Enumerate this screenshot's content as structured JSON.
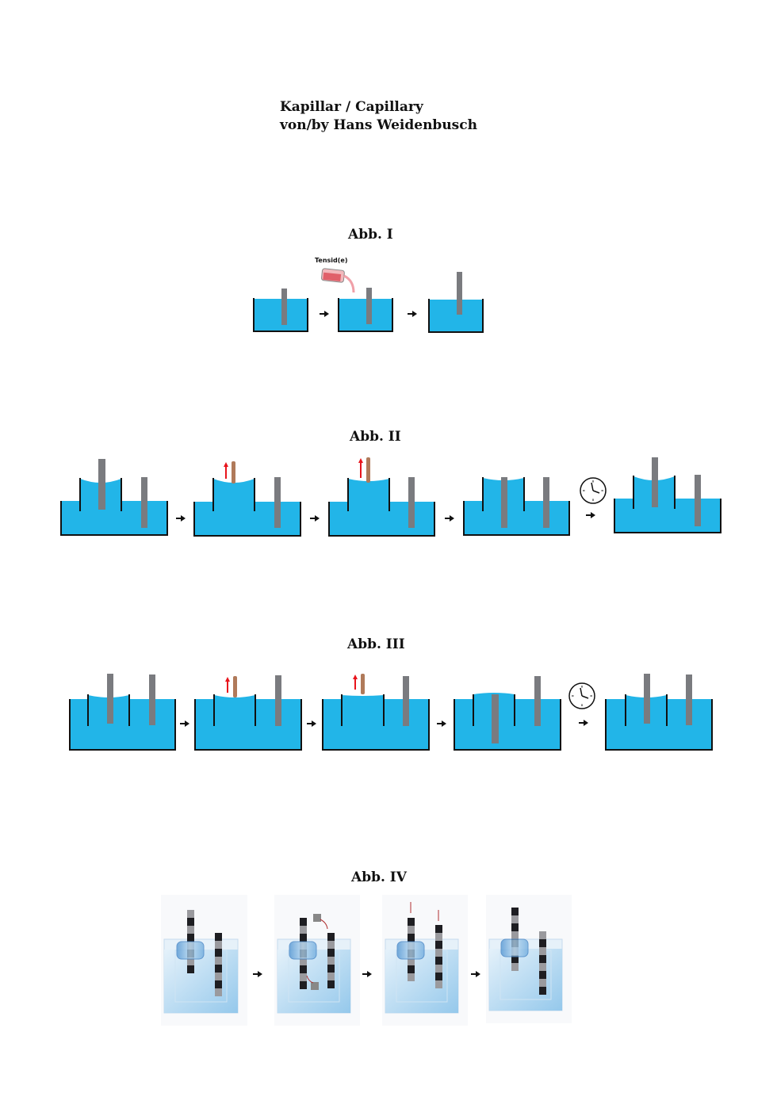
{
  "header": {
    "title": "Kapillar / Capillary",
    "author": "von/by Hans Weidenbusch"
  },
  "figures": [
    {
      "label": "Abb. I",
      "annotation": "Tensid(e)"
    },
    {
      "label": "Abb. II"
    },
    {
      "label": "Abb. III"
    },
    {
      "label": "Abb. IV"
    }
  ],
  "colors": {
    "water": "#22b5e8",
    "rod": "#7a7b7f",
    "wick": "#b07a5a",
    "lift_arrow": "#e8141c",
    "stripe_dark": "#1e1e22",
    "stripe_light": "#9a9a9e"
  }
}
